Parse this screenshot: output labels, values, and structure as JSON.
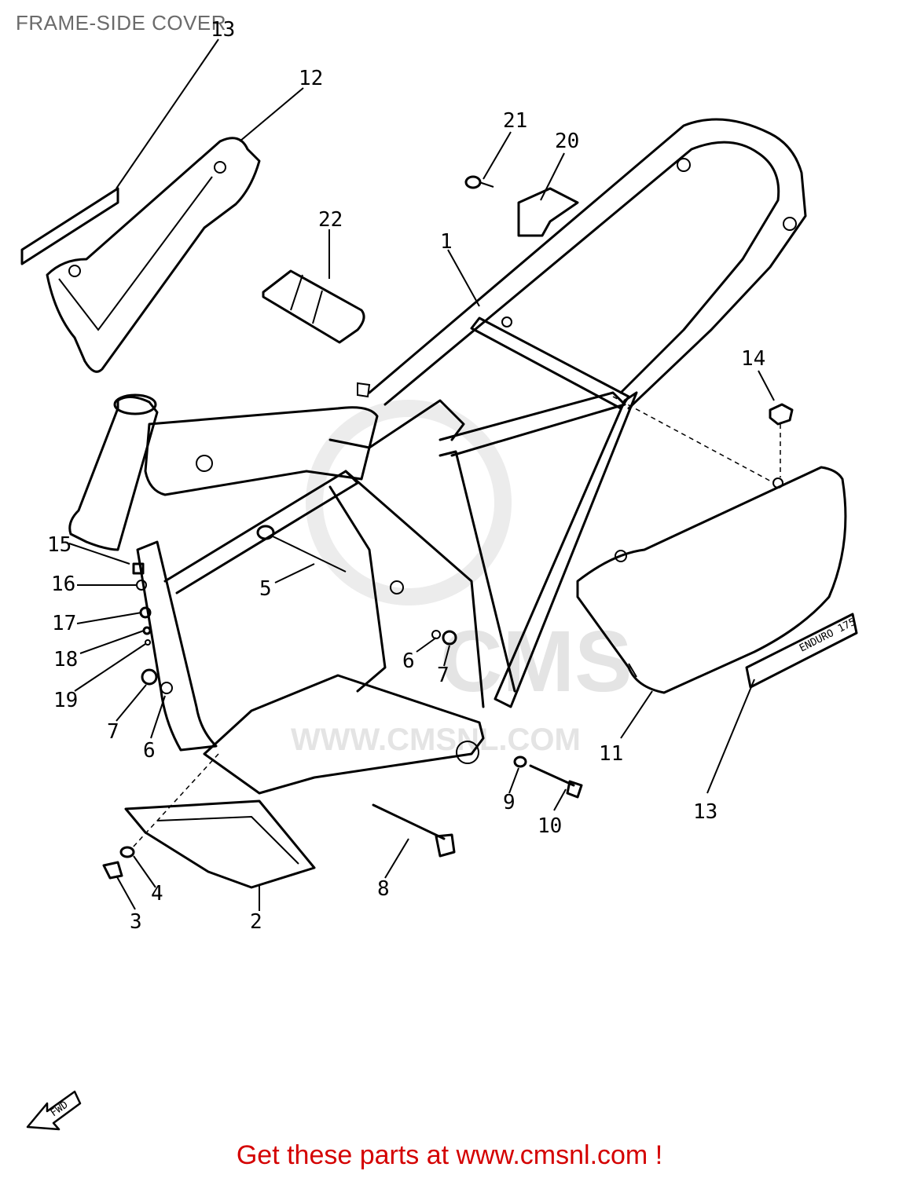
{
  "title": "FRAME-SIDE COVER",
  "watermark": {
    "url": "WWW.CMSNL.COM",
    "logo": "CMS"
  },
  "fwd_label": "FWD",
  "footer": "Get these parts at www.cmsnl.com !",
  "decal_text": "ENDURO 175",
  "callouts": {
    "p1": "1",
    "p2": "2",
    "p3": "3",
    "p4": "4",
    "p5": "5",
    "p6a": "6",
    "p6b": "6",
    "p7a": "7",
    "p7b": "7",
    "p8": "8",
    "p9": "9",
    "p10": "10",
    "p11": "11",
    "p12": "12",
    "p13a": "13",
    "p13b": "13",
    "p14": "14",
    "p15": "15",
    "p16": "16",
    "p17": "17",
    "p18": "18",
    "p19": "19",
    "p20": "20",
    "p21": "21",
    "p22": "22"
  },
  "colors": {
    "footer": "#d40000",
    "title": "#6b6b6b",
    "lines": "#000000"
  }
}
